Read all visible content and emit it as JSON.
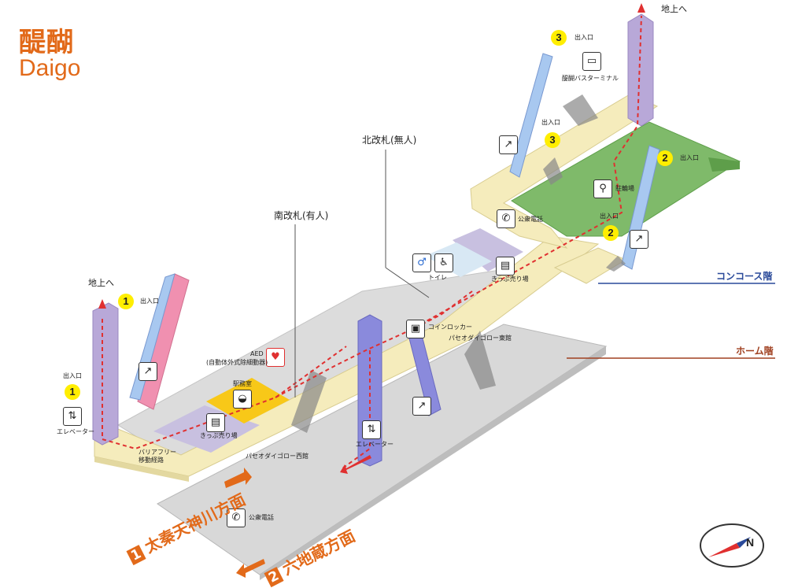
{
  "header": {
    "title_jp": "醍醐",
    "title_en": "Daigo"
  },
  "levels": {
    "concourse": "コンコース階",
    "platform": "ホーム階"
  },
  "colors": {
    "accent": "#e26a1a",
    "concourse_line": "#2a4a9a",
    "platform_line": "#a04020",
    "corridor": "#f5ecbc",
    "bus_terminal": "#7fba6a",
    "platform": "#d6d6d6",
    "elevator": "#b8a8d8",
    "escalator_up": "#a8c8f0",
    "escalator_pink": "#f090b0"
  },
  "labels": {
    "ground_left": "地上へ",
    "ground_right": "地上へ",
    "exit": "出入口",
    "south_gate": "南改札(有人)",
    "north_gate": "北改札(無人)",
    "aed": "AED",
    "aed_sub": "(自動体外式除細動器)",
    "station_office": "駅務室",
    "ticket_left": "きっぷ売り場",
    "ticket_right": "きっぷ売り場",
    "toilet": "トイレ",
    "coin_locker": "コインロッカー",
    "phone_upper": "公衆電話",
    "phone_lower": "公衆電話",
    "bicycle": "駐輪場",
    "bus_terminal": "醍醐バスターミナル",
    "barrier_free": "バリアフリー",
    "barrier_free2": "移動経路",
    "elevator": "エレベーター",
    "elevator_platform": "エレベーター",
    "paseo_west": "パセオダイゴロー西館",
    "paseo_east": "パセオダイゴロー東館"
  },
  "exits": {
    "exit1_a": "1",
    "exit1_b": "1",
    "exit2_a": "2",
    "exit2_b": "2",
    "exit3_a": "3",
    "exit3_b": "3"
  },
  "directions": {
    "d1_num": "1",
    "d1_text": "太秦天神川方面",
    "d2_num": "2",
    "d2_text": "六地蔵方面"
  },
  "icons": {
    "elevator": "elevator-icon",
    "escalator": "escalator-icon",
    "phone": "phone-icon",
    "ticket": "ticket-machine-icon",
    "toilet": "toilet-icon",
    "locker": "coin-locker-icon",
    "bus": "bus-icon",
    "bicycle": "bicycle-icon",
    "aed": "aed-heart-icon"
  },
  "compass": {
    "letter": "N"
  }
}
